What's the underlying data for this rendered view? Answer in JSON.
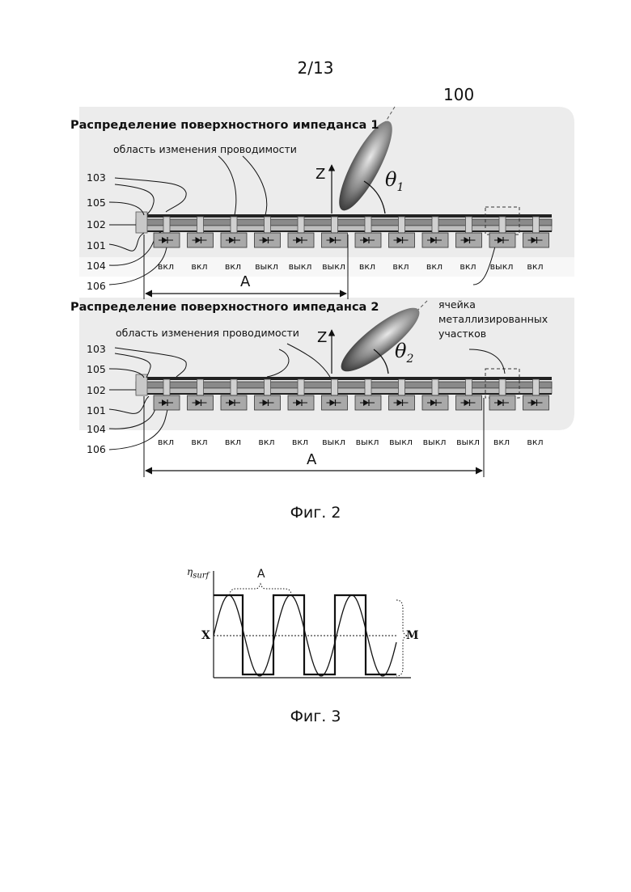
{
  "page": {
    "number": "2/13",
    "ref_main": "100"
  },
  "figure2": {
    "caption": "Фиг. 2",
    "panel1": {
      "title": "Распределение поверхностного импеданса 1",
      "region_label": "область изменения проводимости",
      "z_label": "Z",
      "angle_symbol": "θ",
      "angle_subscript": "1",
      "refs": [
        "103",
        "105",
        "102",
        "101",
        "104",
        "106"
      ],
      "cell_states": [
        "вкл",
        "вкл",
        "вкл",
        "выкл",
        "выкл",
        "выкл",
        "вкл",
        "вкл",
        "вкл",
        "вкл",
        "выкл",
        "вкл"
      ],
      "period_label": "A"
    },
    "panel2": {
      "title": "Распределение поверхностного импеданса 2",
      "region_label": "область изменения проводимости",
      "z_label": "Z",
      "angle_symbol": "θ",
      "angle_subscript": "2",
      "refs": [
        "103",
        "105",
        "102",
        "101",
        "104",
        "106"
      ],
      "cell_states": [
        "вкл",
        "вкл",
        "вкл",
        "вкл",
        "вкл",
        "выкл",
        "выкл",
        "выкл",
        "выкл",
        "выкл",
        "вкл",
        "вкл"
      ],
      "period_label": "A"
    },
    "cell_label": [
      "ячейка",
      "металлизированных",
      "участков"
    ]
  },
  "figure3": {
    "caption": "Фиг. 3",
    "y_axis_symbol": "η",
    "y_axis_subscript": "surf",
    "x_label": "X",
    "m_label": "M",
    "period_label": "A"
  }
}
